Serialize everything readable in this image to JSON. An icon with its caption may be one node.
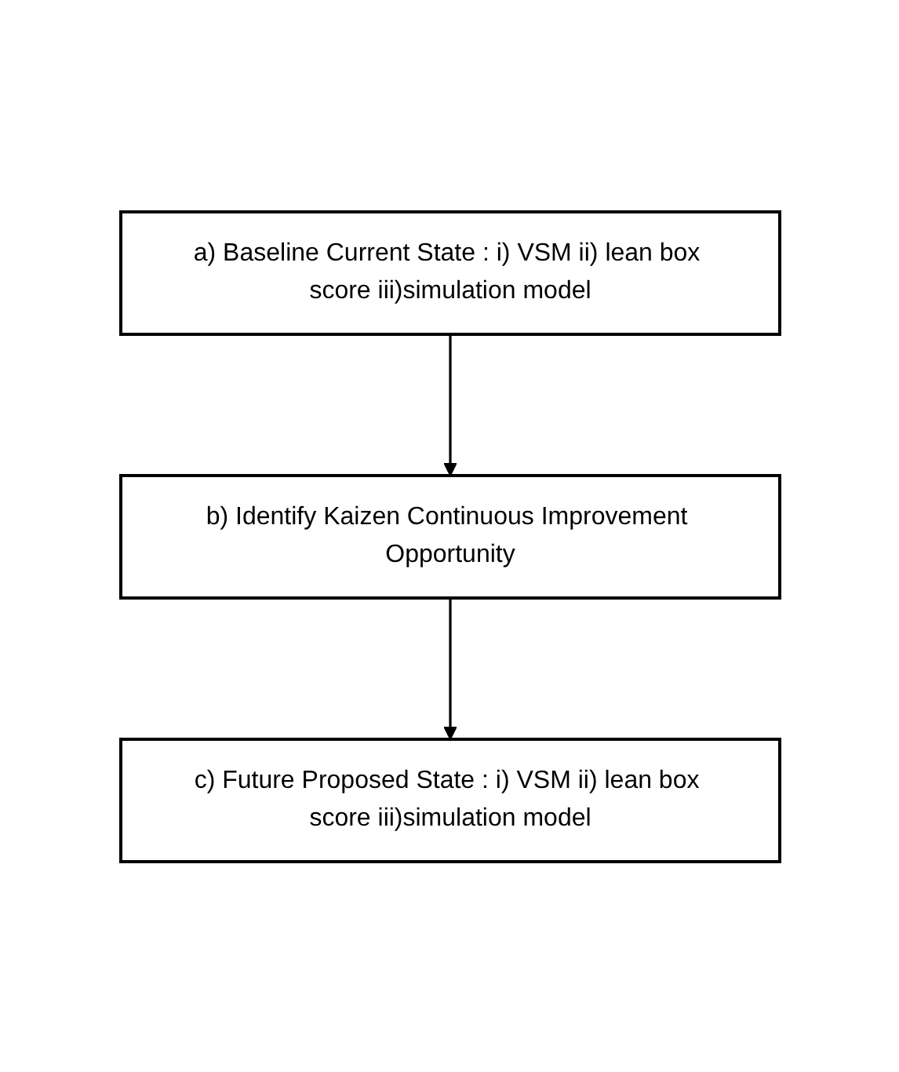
{
  "diagram": {
    "nodes": [
      {
        "text": [
          "a) Baseline Current State : i) VSM ii) lean box score iii)simulation model"
        ]
      },
      {
        "text": [
          "b) Identify Kaizen Continuous Improvement Opportunity"
        ]
      },
      {
        "text": [
          "c) Future Proposed State : i) VSM ii) lean box score iii)simulation model"
        ]
      }
    ],
    "edges": [
      {
        "from": 0,
        "to": 1,
        "arrow": "to"
      },
      {
        "from": 1,
        "to": 2,
        "arrow": "to"
      }
    ]
  }
}
